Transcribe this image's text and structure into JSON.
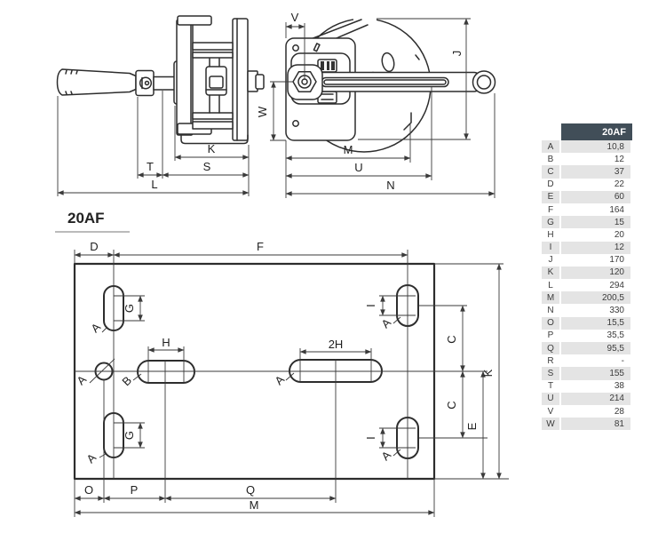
{
  "title": "20AF",
  "colors": {
    "table_header_bg": "#414e58",
    "table_row_shade": "#e4e4e4",
    "drawing_line": "#2d2d2d"
  },
  "views": {
    "side": {
      "labels": {
        "K": "K",
        "T": "T",
        "S": "S",
        "L": "L"
      }
    },
    "front": {
      "labels": {
        "V": "V",
        "W": "W",
        "J": "J",
        "M": "M",
        "U": "U",
        "N": "N"
      }
    },
    "plan": {
      "labels": {
        "D": "D",
        "F": "F",
        "G": "G",
        "H": "H",
        "2H": "2H",
        "I": "I",
        "A": "A",
        "B": "B",
        "C": "C",
        "E": "E",
        "K": "K",
        "O": "O",
        "P": "P",
        "Q": "Q",
        "M": "M"
      }
    }
  },
  "table": {
    "header": "20AF",
    "rows": [
      {
        "dim": "A",
        "value": "10,8"
      },
      {
        "dim": "B",
        "value": "12"
      },
      {
        "dim": "C",
        "value": "37"
      },
      {
        "dim": "D",
        "value": "22"
      },
      {
        "dim": "E",
        "value": "60"
      },
      {
        "dim": "F",
        "value": "164"
      },
      {
        "dim": "G",
        "value": "15"
      },
      {
        "dim": "H",
        "value": "20"
      },
      {
        "dim": "I",
        "value": "12"
      },
      {
        "dim": "J",
        "value": "170"
      },
      {
        "dim": "K",
        "value": "120"
      },
      {
        "dim": "L",
        "value": "294"
      },
      {
        "dim": "M",
        "value": "200,5"
      },
      {
        "dim": "N",
        "value": "330"
      },
      {
        "dim": "O",
        "value": "15,5"
      },
      {
        "dim": "P",
        "value": "35,5"
      },
      {
        "dim": "Q",
        "value": "95,5"
      },
      {
        "dim": "R",
        "value": "-"
      },
      {
        "dim": "S",
        "value": "155"
      },
      {
        "dim": "T",
        "value": "38"
      },
      {
        "dim": "U",
        "value": "214"
      },
      {
        "dim": "V",
        "value": "28"
      },
      {
        "dim": "W",
        "value": "81"
      }
    ]
  }
}
